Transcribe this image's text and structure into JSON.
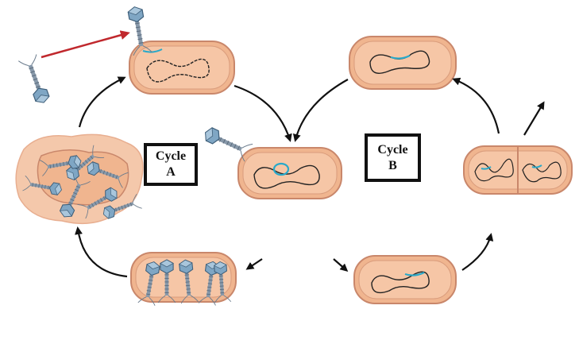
{
  "labels": {
    "cycle_a": {
      "line1": "Cycle",
      "line2": "A"
    },
    "cycle_b": {
      "line1": "Cycle",
      "line2": "B"
    }
  },
  "colors": {
    "cell_fill": "#f0b58f",
    "cell_stroke": "#c9876b",
    "dna": "#222222",
    "phage_dna": "#2aa9c9",
    "phage_head": "#7fa6c4",
    "arrow": "#111111",
    "red_arrow": "#c0282d"
  },
  "icons": {
    "cell": "bacterium-cell-icon",
    "phage": "bacteriophage-icon"
  }
}
